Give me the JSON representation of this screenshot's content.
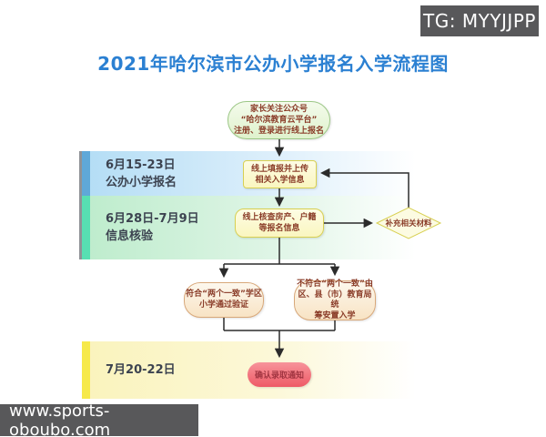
{
  "title": "2021年哈尔滨市公办小学报名入学流程图",
  "overlays": {
    "tg_badge": "TG: MYYJJPP",
    "watermark": "www.sports-oboubo.com"
  },
  "timeline": [
    {
      "date": "6月15-23日",
      "label": "公办小学报名"
    },
    {
      "date": "6月28日-7月9日",
      "label": "信息核验"
    },
    {
      "date": "7月20-22日",
      "label": ""
    }
  ],
  "flow": {
    "start": {
      "lines": [
        "家长关注公众号",
        "“哈尔滨教育云平台”",
        "注册、登录进行线上报名"
      ]
    },
    "step_upload": {
      "lines": [
        "线上填报并上传",
        "相关入学信息"
      ]
    },
    "step_verify": {
      "lines": [
        "线上核查房产、户籍",
        "等报名信息"
      ]
    },
    "decision": {
      "label": "补充相关材料"
    },
    "branch_pass": {
      "lines": [
        "符合“两个一致”学区",
        "小学通过验证"
      ]
    },
    "branch_fail": {
      "lines": [
        "不符合“两个一致”由",
        "区、县（市）教育局统",
        "筹安置入学"
      ]
    },
    "end": {
      "label": "确认录取通知"
    }
  },
  "colors": {
    "title_blue": "#2b80d2",
    "band1_bg": "#b3ddf5",
    "band1_strip": "#5fa8d8",
    "band2_bg": "#bdeccc",
    "band2_strip": "#57dfb2",
    "band3_bg": "#faf3bc",
    "band3_strip": "#f6e94a",
    "node_yellow_fill": "#fcfad2",
    "node_yellow_border": "#d8d052",
    "node_green_fill": "#e6f4d4",
    "node_green_border": "#9cc786",
    "node_peach_fill": "#f9e9d2",
    "node_peach_border": "#d8a87a",
    "node_text": "#8a3c28",
    "end_fill": "#ee5a66",
    "overlay_bg": "#58585a",
    "arrow": "#2b2b2b"
  }
}
